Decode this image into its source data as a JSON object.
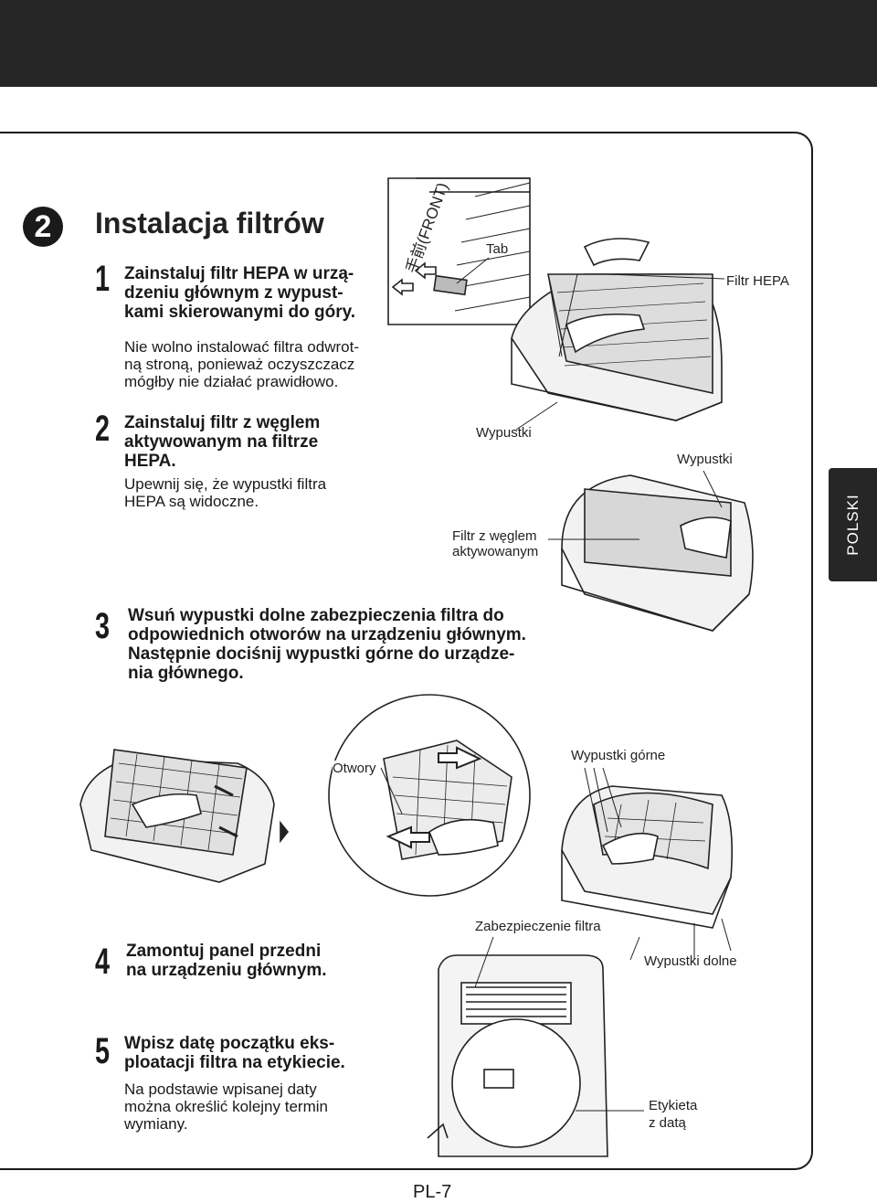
{
  "side_tab": "POLSKI",
  "section": {
    "number": "2",
    "title": "Instalacja filtrów"
  },
  "steps": [
    {
      "num": "1",
      "lines": [
        "Zainstaluj filtr HEPA w urzą-",
        "dzeniu głównym z wypust-",
        "kami skierowanymi do góry."
      ],
      "note": [
        "Nie wolno instalować filtra odwrot-",
        "ną stroną, ponieważ oczyszczacz",
        "mógłby nie działać prawidłowo."
      ]
    },
    {
      "num": "2",
      "lines": [
        "Zainstaluj filtr z węglem",
        "aktywowanym na filtrze",
        "HEPA."
      ],
      "note": [
        "Upewnij się, że wypustki filtra",
        "HEPA są widoczne."
      ]
    },
    {
      "num": "3",
      "lines": [
        "Wsuń wypustki dolne zabezpieczenia filtra do",
        "odpowiednich otworów na urządzeniu głównym.",
        "Następnie dociśnij wypustki górne do urządze-",
        "nia głównego."
      ]
    },
    {
      "num": "4",
      "lines": [
        "Zamontuj panel przedni",
        "na urządzeniu głównym."
      ]
    },
    {
      "num": "5",
      "lines": [
        "Wpisz datę początku eks-",
        "ploatacji filtra na etykiecie."
      ],
      "note": [
        "Na podstawie wpisanej daty",
        "można określić kolejny termin",
        "wymiany."
      ]
    }
  ],
  "labels": {
    "tab": "Tab",
    "front": "手前(FRONT)",
    "hepa": "Filtr HEPA",
    "tabs1": "Wypustki",
    "tabs2": "Wypustki",
    "carbon": [
      "Filtr z węglem",
      "aktywowanym"
    ],
    "holes": "Otwory",
    "upper_tabs": "Wypustki górne",
    "guard": "Zabezpieczenie filtra",
    "lower_tabs": "Wypustki dolne",
    "date_label": [
      "Etykieta",
      "z datą"
    ]
  },
  "page_number": "PL-7"
}
